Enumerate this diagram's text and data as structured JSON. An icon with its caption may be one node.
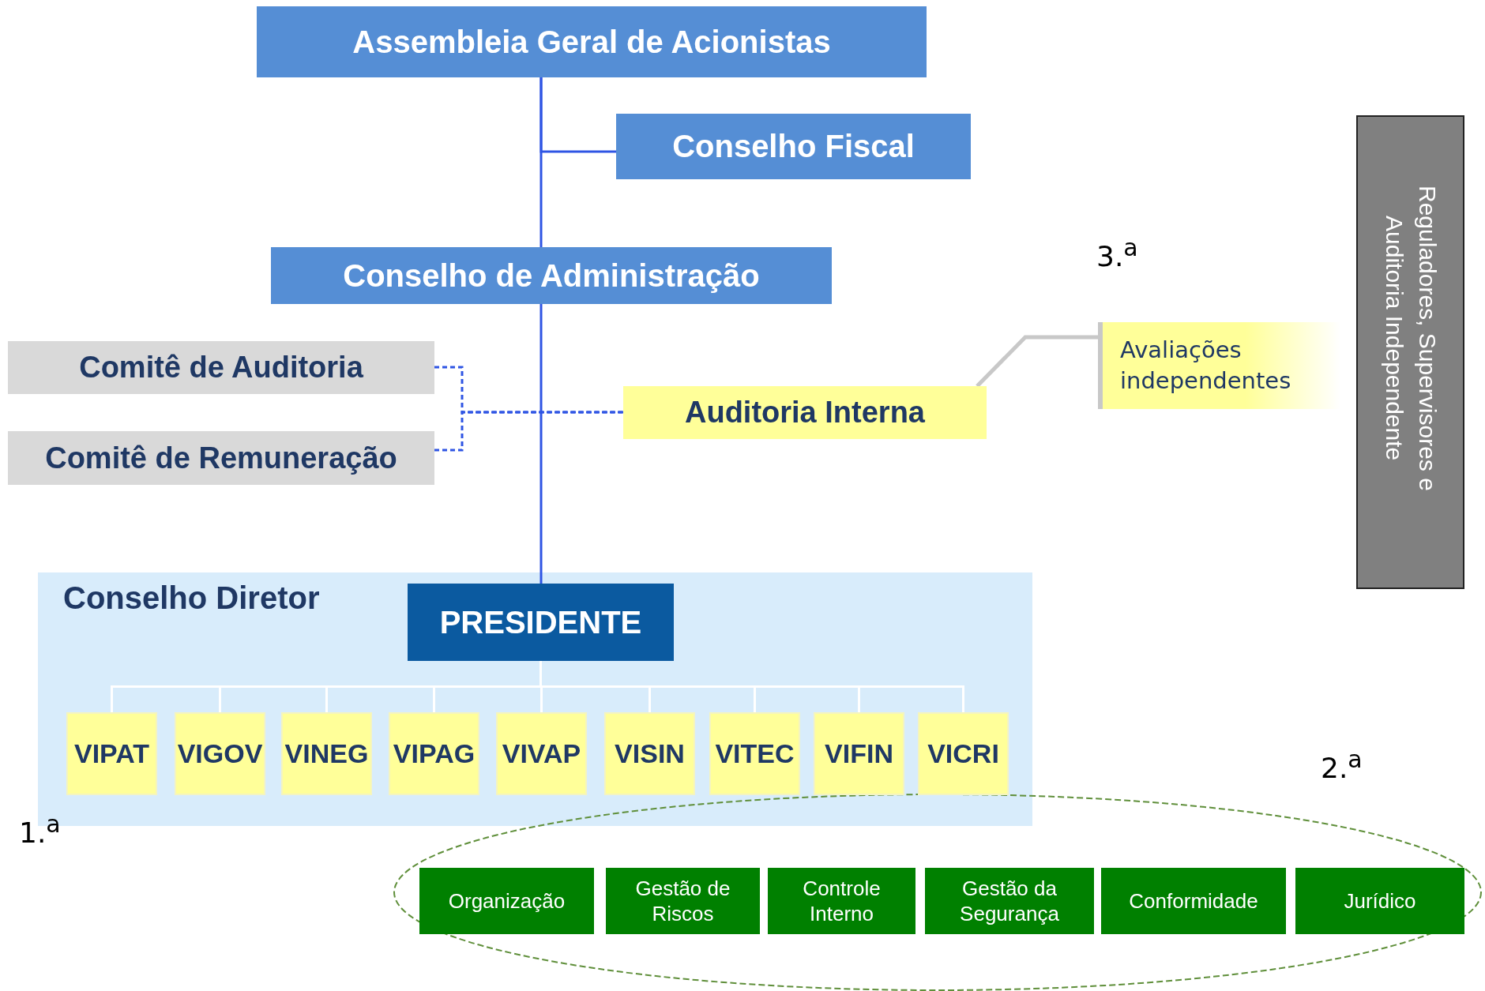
{
  "diagram": {
    "nodes": [
      {
        "text": [
          "Assembleia Geral de Acionistas"
        ]
      },
      {
        "text": [
          "Conselho Fiscal"
        ]
      },
      {
        "text": [
          "Conselho de Administração"
        ]
      },
      {
        "text": [
          "Comitê de Auditoria"
        ]
      },
      {
        "text": [
          "Comitê de Remuneração"
        ]
      },
      {
        "text": [
          "Auditoria Interna"
        ]
      },
      {
        "text": [
          "Avaliações independentes"
        ]
      },
      {
        "text": [
          "Reguladores, Supervisores e Auditoria Independente"
        ]
      },
      {
        "text": [
          "Conselho Diretor"
        ]
      },
      {
        "text": [
          "PRESIDENTE"
        ],
        "in": 8
      },
      {
        "text": [
          "VIPAT"
        ],
        "in": 8
      },
      {
        "text": [
          "VIGOV"
        ],
        "in": 8
      },
      {
        "text": [
          "VINEG"
        ],
        "in": 8
      },
      {
        "text": [
          "VIPAG"
        ],
        "in": 8
      },
      {
        "text": [
          "VIVAP"
        ],
        "in": 8
      },
      {
        "text": [
          "VISIN"
        ],
        "in": 8
      },
      {
        "text": [
          "VITEC"
        ],
        "in": 8
      },
      {
        "text": [
          "VIFIN"
        ],
        "in": 8
      },
      {
        "text": [
          "VICRI"
        ],
        "in": 8
      },
      {
        "text": [
          "Organização"
        ]
      },
      {
        "text": [
          "Gestão de Riscos"
        ]
      },
      {
        "text": [
          "Controle Interno"
        ]
      },
      {
        "text": [
          "Gestão da Segurança"
        ]
      },
      {
        "text": [
          "Conformidade"
        ]
      },
      {
        "text": [
          "Jurídico"
        ]
      }
    ],
    "edges": [
      {
        "from": 0,
        "to": 2,
        "arrow": "none",
        "color": "#2f55e4"
      },
      {
        "from": 0,
        "to": 1,
        "arrow": "none",
        "color": "#2f55e4"
      },
      {
        "from": 2,
        "to": 9,
        "arrow": "none",
        "color": "#2f55e4"
      },
      {
        "from": 3,
        "to": 5,
        "arrow": "none",
        "style": "dashed",
        "color": "#2f55e4"
      },
      {
        "from": 4,
        "to": 5,
        "arrow": "none",
        "style": "dashed",
        "color": "#2f55e4"
      },
      {
        "from": 5,
        "to": 6,
        "arrow": "none",
        "color": "#c8c8c8"
      },
      {
        "from": 9,
        "to": 10,
        "arrow": "none",
        "color": "#ffffff"
      },
      {
        "from": 9,
        "to": 11,
        "arrow": "none",
        "color": "#ffffff"
      },
      {
        "from": 9,
        "to": 12,
        "arrow": "none",
        "color": "#ffffff"
      },
      {
        "from": 9,
        "to": 13,
        "arrow": "none",
        "color": "#ffffff"
      },
      {
        "from": 9,
        "to": 14,
        "arrow": "none",
        "color": "#ffffff"
      },
      {
        "from": 9,
        "to": 15,
        "arrow": "none",
        "color": "#ffffff"
      },
      {
        "from": 9,
        "to": 16,
        "arrow": "none",
        "color": "#ffffff"
      },
      {
        "from": 9,
        "to": 17,
        "arrow": "none",
        "color": "#ffffff"
      },
      {
        "from": 9,
        "to": 18,
        "arrow": "none",
        "color": "#ffffff"
      }
    ],
    "labels": [
      "3.$^{a}$",
      "2.$^{a}$",
      "1.$^{a}$"
    ]
  }
}
